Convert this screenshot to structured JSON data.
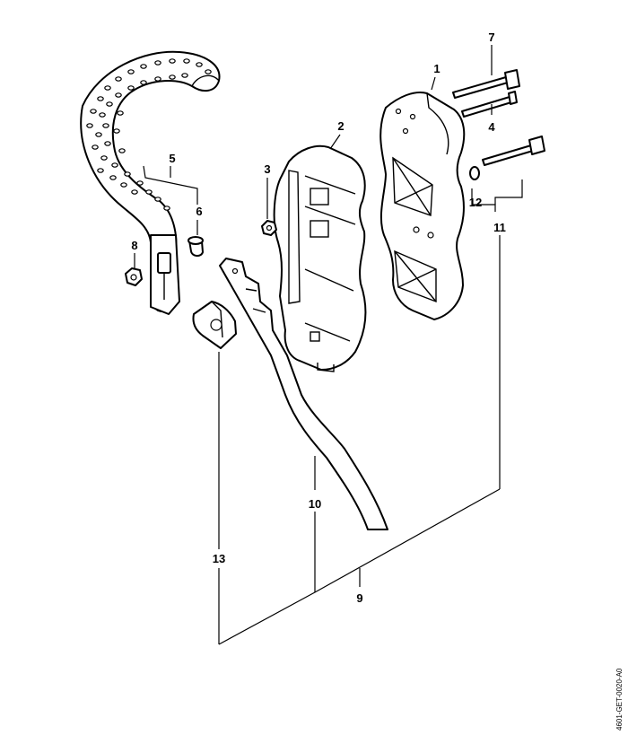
{
  "callouts": {
    "c1": "1",
    "c2": "2",
    "c3": "3",
    "c4": "4",
    "c5": "5",
    "c6": "6",
    "c7": "7",
    "c8": "8",
    "c9": "9",
    "c10": "10",
    "c11": "11",
    "c12": "12",
    "c13": "13"
  },
  "drawing_ref": "4601-GET-0020-A0"
}
